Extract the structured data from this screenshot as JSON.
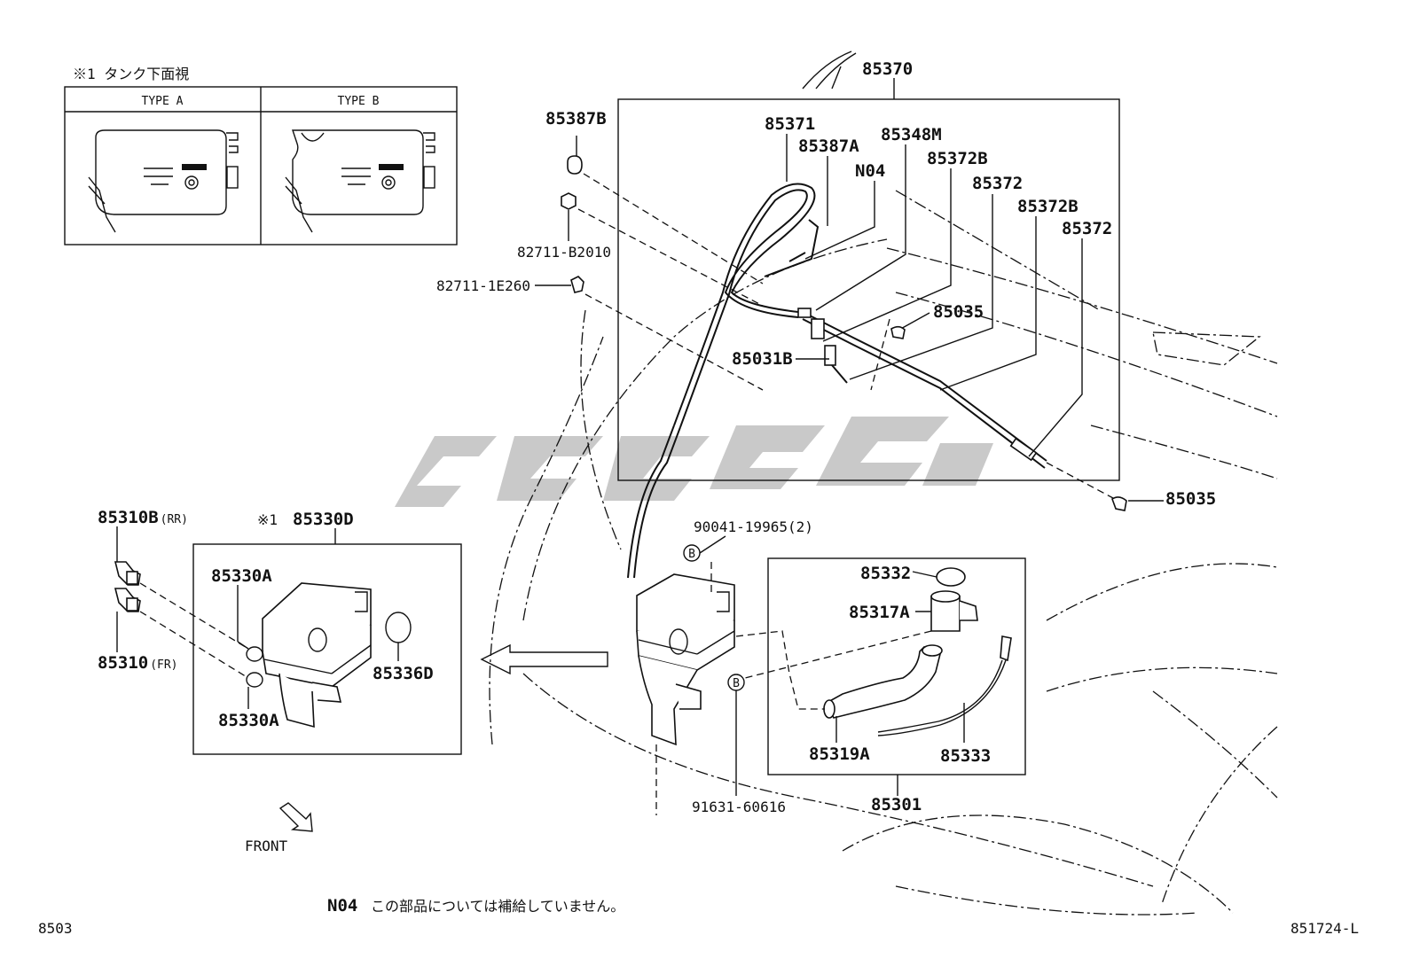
{
  "inset": {
    "title": "※1  タンク下面視",
    "type_a": "TYPE A",
    "type_b": "TYPE B"
  },
  "labels": {
    "p85370": "85370",
    "p85387B": "85387B",
    "p85371": "85371",
    "p85387A": "85387A",
    "p85348M": "85348M",
    "pN04": "N04",
    "p85372B_1": "85372B",
    "p85372_1": "85372",
    "p85372B_2": "85372B",
    "p85372_2": "85372",
    "p82711_B2010": "82711-B2010",
    "p82711_1E260": "82711-1E260",
    "p85035_1": "85035",
    "p85031B": "85031B",
    "p85035_2": "85035",
    "p85310B": "85310B",
    "p85310B_pos": "(RR)",
    "p85330D_mark": "※1",
    "p85330D": "85330D",
    "p85330A_1": "85330A",
    "p85336D": "85336D",
    "p85330A_2": "85330A",
    "p85310": "85310",
    "p85310_pos": "(FR)",
    "p90041": "90041-19965(2)",
    "p85332": "85332",
    "p85317A": "85317A",
    "p85319A": "85319A",
    "p85333": "85333",
    "p85301": "85301",
    "p91631": "91631-60616",
    "callout_b1": "B",
    "callout_b2": "B",
    "front": "FRONT"
  },
  "note": {
    "code": "N04",
    "text": "この部品については補給していません。"
  },
  "footer": {
    "left": "8503",
    "right": "851724-L"
  }
}
